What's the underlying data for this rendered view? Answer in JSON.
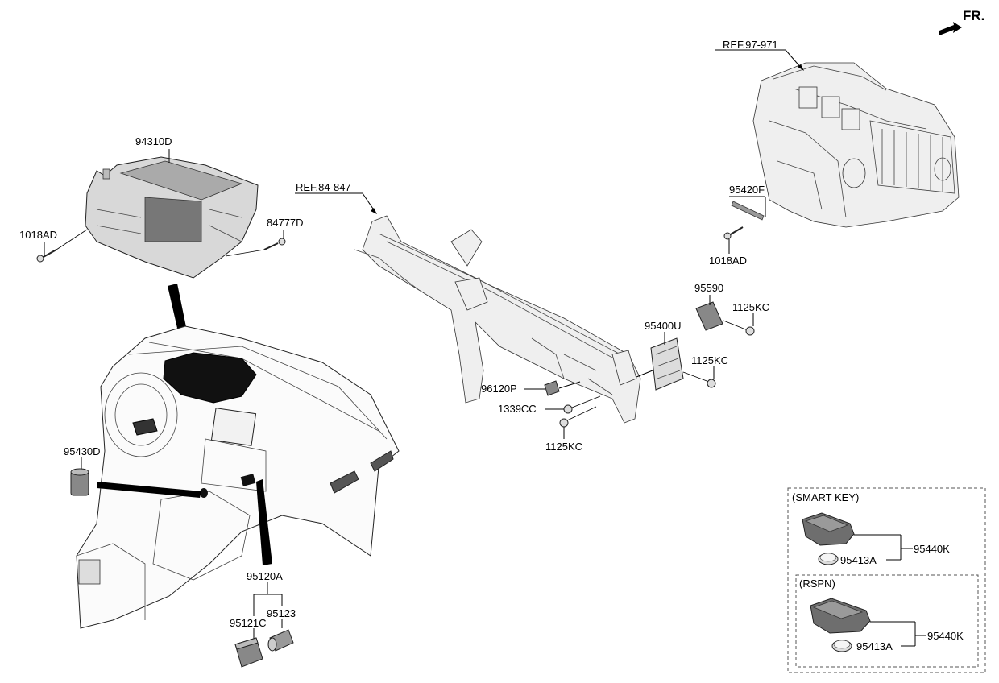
{
  "direction": {
    "label": "FR."
  },
  "references": {
    "hvac": "REF.97-971",
    "crossbar": "REF.84-847"
  },
  "parts": {
    "p94310D": "94310D",
    "p1018AD_left": "1018AD",
    "p84777D": "84777D",
    "p95420F": "95420F",
    "p1018AD_right": "1018AD",
    "p95590": "95590",
    "p1125KC_a": "1125KC",
    "p95400U": "95400U",
    "p1125KC_b": "1125KC",
    "p96120P": "96120P",
    "p1339CC": "1339CC",
    "p1125KC_c": "1125KC",
    "p95430D": "95430D",
    "p95120A": "95120A",
    "p95121C": "95121C",
    "p95123": "95123"
  },
  "smart_key_box": {
    "title": "(SMART KEY)",
    "battery": "95413A",
    "key": "95440K"
  },
  "rspn_box": {
    "title": "(RSPN)",
    "battery": "95413A",
    "key": "95440K"
  }
}
